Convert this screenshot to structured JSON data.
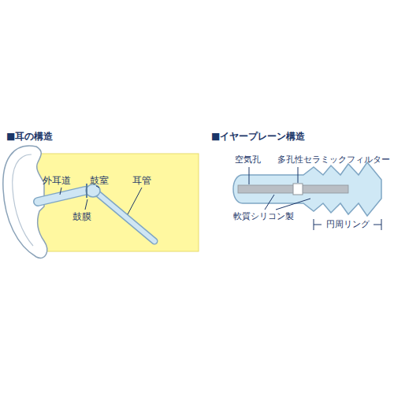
{
  "diagram": {
    "labels": [
      "■耳の構造",
      "外耳道",
      "鼓室",
      "耳管",
      "鼓膜",
      "■イヤープレーン構造",
      "空気孔",
      "多孔性セラミックフィルター",
      "軟質シリコン製",
      "円周リング"
    ]
  }
}
